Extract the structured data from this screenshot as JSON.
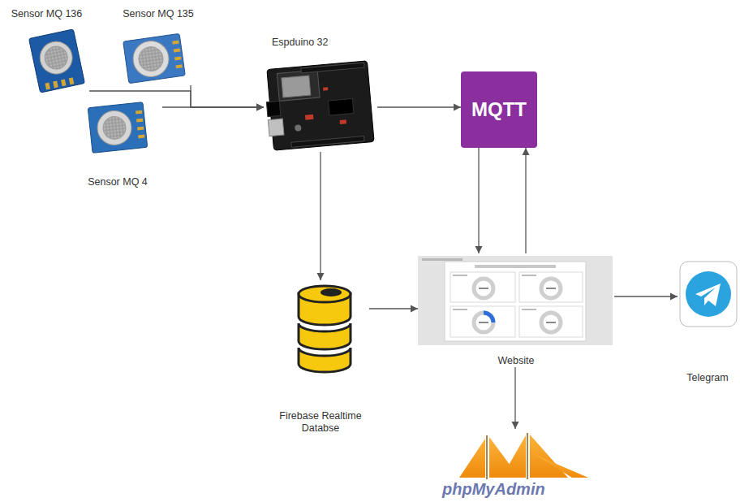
{
  "diagram": {
    "nodes": [
      {
        "text": [
          "Sensor MQ 136"
        ]
      },
      {
        "text": [
          "Sensor MQ 135"
        ]
      },
      {
        "text": [
          "Sensor MQ 4"
        ]
      },
      {
        "text": [
          "Espduino 32"
        ]
      },
      {
        "text": [
          "MQTT"
        ]
      },
      {
        "text": [
          "Firebase Realtime Databse"
        ]
      },
      {
        "text": [
          "Website"
        ]
      },
      {
        "text": [
          "Telegram"
        ]
      },
      {
        "text": [
          "phpMyAdmin"
        ]
      }
    ],
    "edges": [
      {
        "from": 0,
        "to": 3,
        "arrow": "to"
      },
      {
        "from": 1,
        "to": 3,
        "arrow": "to"
      },
      {
        "from": 2,
        "to": 3,
        "arrow": "to"
      },
      {
        "from": 3,
        "to": 4,
        "arrow": "to"
      },
      {
        "from": 4,
        "to": 6,
        "arrow": "to"
      },
      {
        "from": 6,
        "to": 4,
        "arrow": "to"
      },
      {
        "from": 3,
        "to": 5,
        "arrow": "to"
      },
      {
        "from": 5,
        "to": 6,
        "arrow": "to"
      },
      {
        "from": 6,
        "to": 7,
        "arrow": "to"
      },
      {
        "from": 6,
        "to": 8,
        "arrow": "to"
      }
    ]
  }
}
